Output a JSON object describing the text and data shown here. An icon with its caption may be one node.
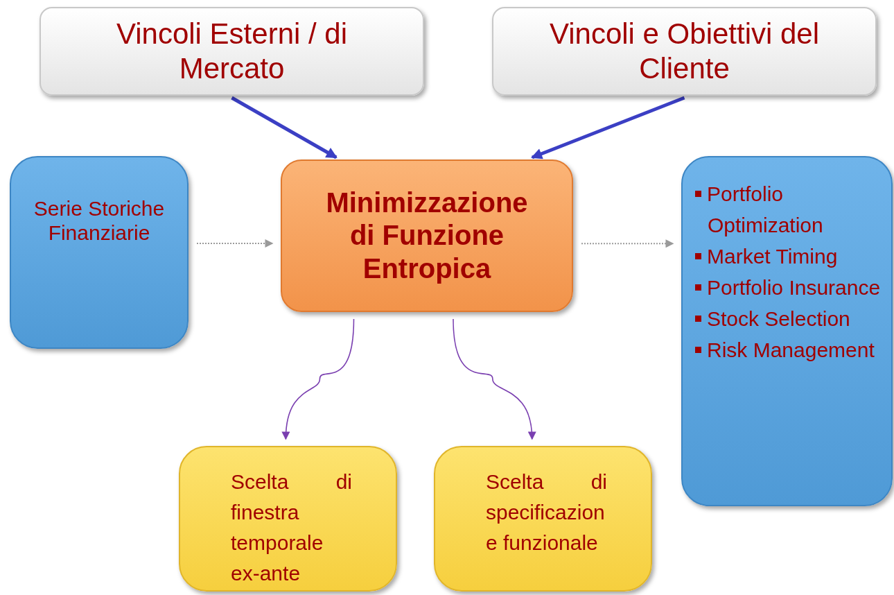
{
  "diagram": {
    "nodes": [
      {
        "text": [
          "Vincoli Esterni / di Mercato"
        ]
      },
      {
        "text": [
          "Vincoli e Obiettivi del Cliente"
        ]
      },
      {
        "text": [
          "Serie Storiche Finanziarie"
        ]
      },
      {
        "text": [
          "Minimizzazione di Funzione Entropica"
        ]
      },
      {
        "text": [
          "Portfolio Optimization",
          "Market Timing",
          "Portfolio Insurance",
          "Stock Selection",
          "Risk Management"
        ]
      },
      {
        "text": [
          "Scelta di finestra temporale ex-ante"
        ]
      },
      {
        "text": [
          "Scelta di specificazione funzionale"
        ]
      }
    ],
    "edges": [
      {
        "from": 0,
        "to": 3,
        "arrow": "to",
        "style": "thick",
        "color": "#3b3fc4"
      },
      {
        "from": 1,
        "to": 3,
        "arrow": "to",
        "style": "thick",
        "color": "#3b3fc4"
      },
      {
        "from": 2,
        "to": 3,
        "arrow": "to",
        "style": "dashed",
        "color": "#9a9a9a"
      },
      {
        "from": 3,
        "to": 4,
        "arrow": "to",
        "style": "dashed",
        "color": "#9a9a9a"
      },
      {
        "from": 3,
        "to": 5,
        "arrow": "to",
        "color": "#7a3fb0"
      },
      {
        "from": 3,
        "to": 6,
        "arrow": "to",
        "color": "#7a3fb0"
      }
    ]
  }
}
